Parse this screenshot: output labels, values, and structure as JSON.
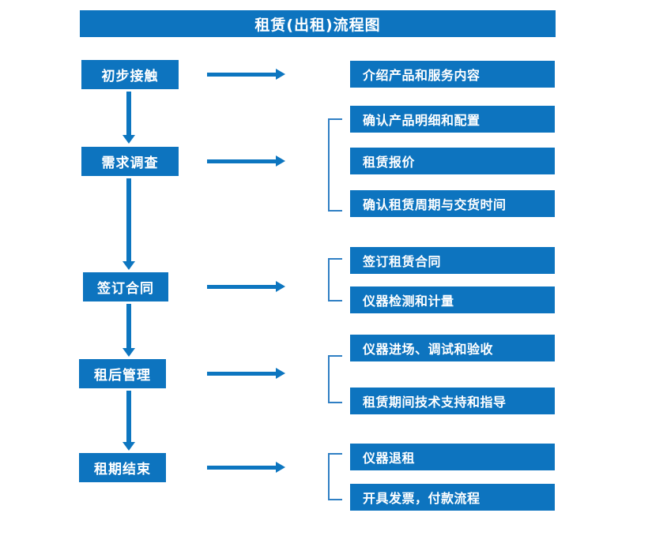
{
  "title": "租赁(出租)流程图",
  "colors": {
    "box_blue": "#0d74bf",
    "arrow_blue": "#0d76c0",
    "bracket_blue": "#2f7fc4",
    "text_white": "#ffffff",
    "background": "#ffffff"
  },
  "stages": [
    {
      "label": "初步接触"
    },
    {
      "label": "需求调查"
    },
    {
      "label": "签订合同"
    },
    {
      "label": "租后管理"
    },
    {
      "label": "租期结束"
    }
  ],
  "details": [
    {
      "label": "介绍产品和服务内容"
    },
    {
      "label": "确认产品明细和配置"
    },
    {
      "label": "租赁报价"
    },
    {
      "label": "确认租赁周期与交货时间"
    },
    {
      "label": "签订租赁合同"
    },
    {
      "label": "仪器检测和计量"
    },
    {
      "label": "仪器进场、调试和验收"
    },
    {
      "label": "租赁期间技术支持和指导"
    },
    {
      "label": "仪器退租"
    },
    {
      "label": "开具发票，付款流程"
    }
  ],
  "groups": [
    {
      "stage": "初步接触",
      "items": [
        "介绍产品和服务内容"
      ]
    },
    {
      "stage": "需求调查",
      "items": [
        "确认产品明细和配置",
        "租赁报价",
        "确认租赁周期与交货时间"
      ]
    },
    {
      "stage": "签订合同",
      "items": [
        "签订租赁合同",
        "仪器检测和计量"
      ]
    },
    {
      "stage": "租后管理",
      "items": [
        "仪器进场、调试和验收",
        "租赁期间技术支持和指导"
      ]
    },
    {
      "stage": "租期结束",
      "items": [
        "仪器退租",
        "开具发票，付款流程"
      ]
    }
  ]
}
